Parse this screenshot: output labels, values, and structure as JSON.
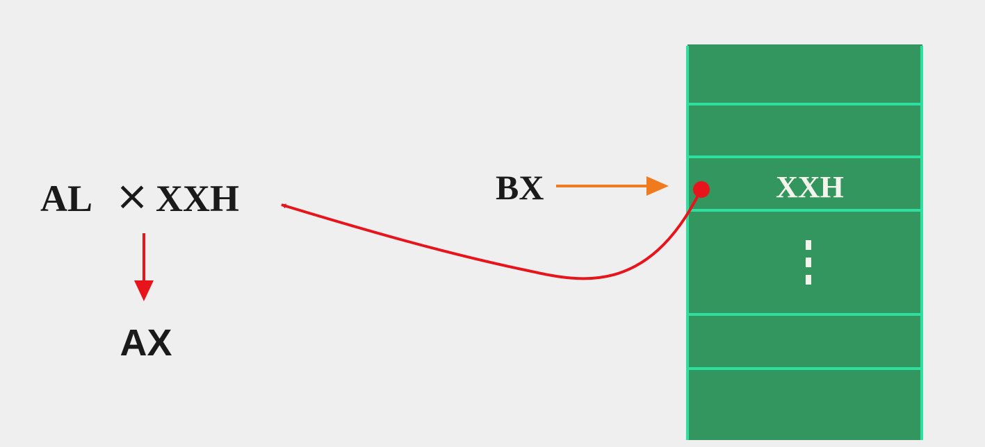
{
  "expression": {
    "operand_left": "AL",
    "operator": "×",
    "operand_right": "XXH"
  },
  "result": "AX",
  "pointer_register": "BX",
  "memory": {
    "cell_value": "XXH",
    "ellipsis": "⋮"
  },
  "colors": {
    "background": "#efefef",
    "memory_fill": "#33965f",
    "memory_border": "#2ee0a0",
    "red_arrow": "#e8141c",
    "orange_arrow": "#f07a1e",
    "text_dark": "#1a1a1a",
    "text_light": "#f4f4ec"
  }
}
